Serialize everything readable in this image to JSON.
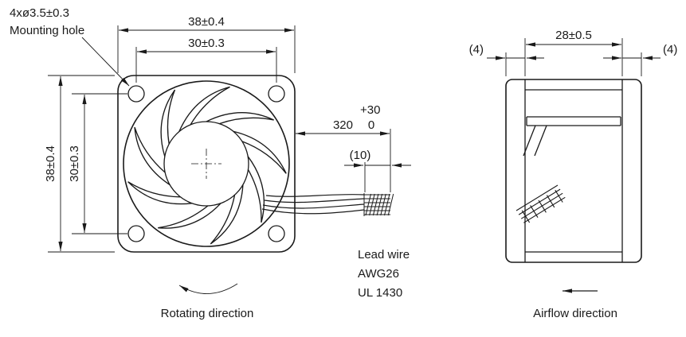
{
  "drawing": {
    "front_view": {
      "mounting_hole_note_line1": "4xø3.5±0.3",
      "mounting_hole_note_line2": "Mounting hole",
      "dim_width": "38±0.4",
      "dim_hole_pitch_h": "30±0.3",
      "dim_height": "38±0.4",
      "dim_hole_pitch_v": "30±0.3",
      "rotating_direction": "Rotating direction"
    },
    "lead_wire": {
      "dim_length_value": "320",
      "dim_length_tol_upper": "+30",
      "dim_length_tol_lower": "0",
      "dim_strip_length": "(10)",
      "note_line1": "Lead wire",
      "note_line2": "AWG26",
      "note_line3": "UL 1430"
    },
    "side_view": {
      "dim_depth": "28±0.5",
      "dim_flange_left": "(4)",
      "dim_flange_right": "(4)",
      "airflow_direction": "Airflow direction"
    },
    "colors": {
      "line": "#1a1a1a",
      "background": "#ffffff"
    }
  }
}
